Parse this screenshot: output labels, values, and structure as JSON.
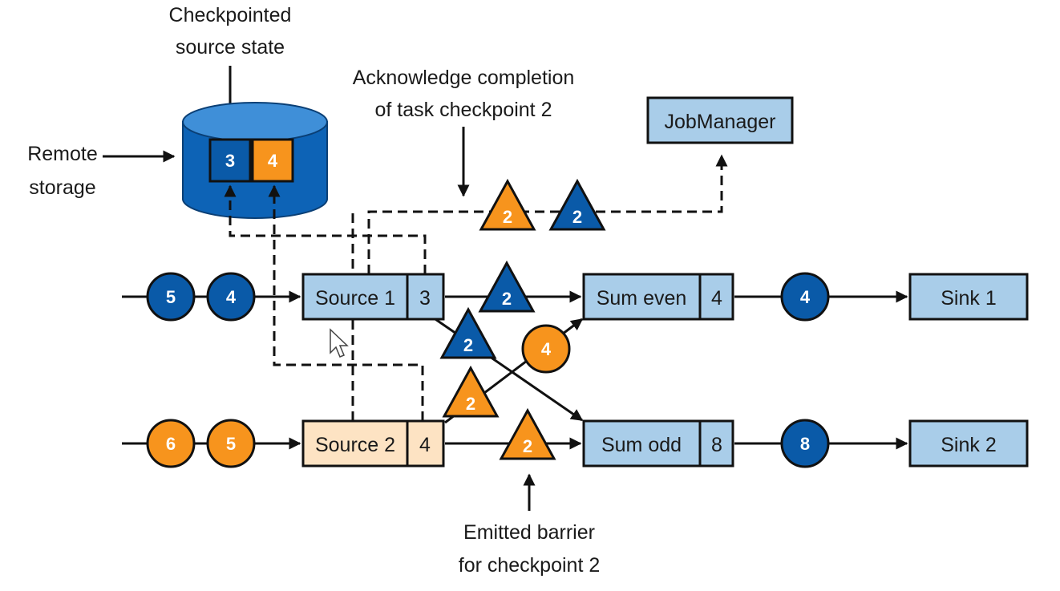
{
  "colors": {
    "blue": "#0a5aa8",
    "orange": "#f7941d",
    "box_blue": "#a9cde9",
    "box_peach": "#fde3c3",
    "storage": "#0d63b6",
    "line": "#111111"
  },
  "labels": {
    "checkpointed_1": "Checkpointed",
    "checkpointed_2": "source state",
    "acknowledge_1": "Acknowledge completion",
    "acknowledge_2": "of task checkpoint 2",
    "remote_1": "Remote",
    "remote_2": "storage",
    "emitted_1": "Emitted barrier",
    "emitted_2": "for checkpoint 2"
  },
  "storage": {
    "state_source1": "3",
    "state_source2": "4"
  },
  "tasks": {
    "jobmanager": "JobManager",
    "source1": {
      "name": "Source 1",
      "state": "3"
    },
    "source2": {
      "name": "Source 2",
      "state": "4"
    },
    "sum_even": {
      "name": "Sum even",
      "state": "4"
    },
    "sum_odd": {
      "name": "Sum odd",
      "state": "8"
    },
    "sink1": "Sink 1",
    "sink2": "Sink 2"
  },
  "records": {
    "src1_in_a": "5",
    "src1_in_b": "4",
    "src2_in_a": "6",
    "src2_in_b": "5",
    "cross_to_even": "4",
    "even_out": "4",
    "odd_out": "8"
  },
  "barriers": {
    "ack_orange": "2",
    "ack_blue": "2",
    "src1_to_even": "2",
    "src1_to_odd": "2",
    "src2_to_even": "2",
    "src2_to_odd": "2"
  }
}
